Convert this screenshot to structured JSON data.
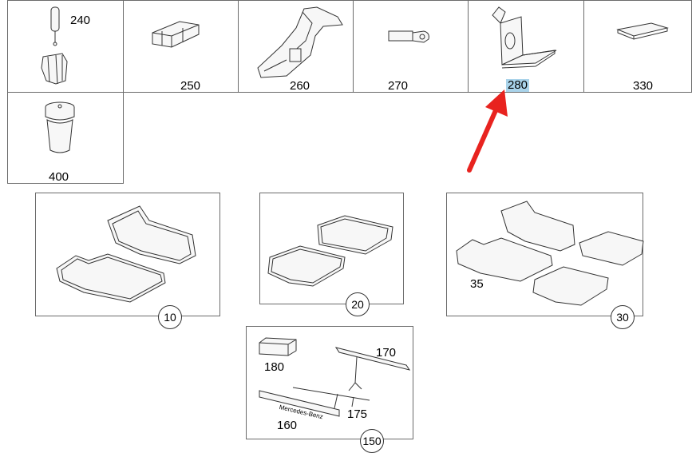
{
  "parts_grid": [
    {
      "label": "240"
    },
    {
      "label": "250"
    },
    {
      "label": "260"
    },
    {
      "label": "270"
    },
    {
      "label": "280",
      "highlighted": true
    },
    {
      "label": "330"
    },
    {
      "label": "400"
    }
  ],
  "mat_sets": [
    {
      "callout": "10"
    },
    {
      "callout": "20"
    },
    {
      "callout": "30",
      "inner_label": "35"
    }
  ],
  "sill_kit": {
    "callout": "150",
    "labels": [
      "180",
      "170",
      "175",
      "160"
    ],
    "sill_text": "Mercedes-Benz"
  },
  "annotation": {
    "arrow_color": "#e8231f",
    "highlight_color": "#a9d3ea"
  }
}
